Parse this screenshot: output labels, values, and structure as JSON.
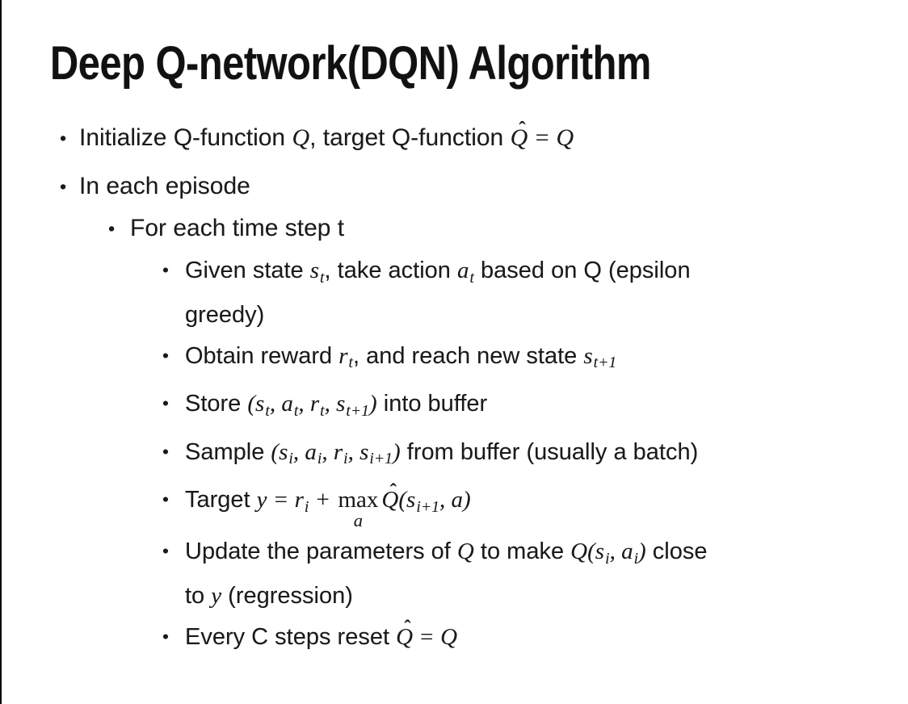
{
  "slide": {
    "title": "Deep Q-network(DQN) Algorithm",
    "bullet_char": "•",
    "hat_char": "ˆ",
    "colors": {
      "background": "#ffffff",
      "text": "#1a1a1a",
      "edge_line": "#000000"
    },
    "bullets": [
      {
        "level": 1,
        "segments": [
          {
            "t": "Initialize Q-function "
          },
          {
            "m": "Q"
          },
          {
            "t": ", target Q-function "
          },
          {
            "hat": "Q"
          },
          {
            "m": " = "
          },
          {
            "m": "Q"
          }
        ]
      },
      {
        "level": 1,
        "segments": [
          {
            "t": "In each episode"
          }
        ]
      },
      {
        "level": 2,
        "segments": [
          {
            "t": "For each time step t"
          }
        ]
      },
      {
        "level": 3,
        "segments": [
          {
            "t": "Given state "
          },
          {
            "m": "s",
            "sub": "t"
          },
          {
            "t": ", take action "
          },
          {
            "m": "a",
            "sub": "t"
          },
          {
            "t": " based on Q (epsilon"
          },
          {
            "br": true
          },
          {
            "t": "greedy)"
          }
        ]
      },
      {
        "level": 3,
        "segments": [
          {
            "t": "Obtain reward "
          },
          {
            "m": "r",
            "sub": "t"
          },
          {
            "t": ", and reach new state "
          },
          {
            "m": "s",
            "sub": "t+1"
          }
        ]
      },
      {
        "level": 3,
        "segments": [
          {
            "t": "Store "
          },
          {
            "m": "("
          },
          {
            "m": "s",
            "sub": "t"
          },
          {
            "m": ", "
          },
          {
            "m": "a",
            "sub": "t"
          },
          {
            "m": ", "
          },
          {
            "m": "r",
            "sub": "t"
          },
          {
            "m": ", "
          },
          {
            "m": "s",
            "sub": "t+1"
          },
          {
            "m": ")"
          },
          {
            "t": " into buffer"
          }
        ]
      },
      {
        "level": 3,
        "segments": [
          {
            "t": "Sample "
          },
          {
            "m": "("
          },
          {
            "m": "s",
            "sub": "i"
          },
          {
            "m": ", "
          },
          {
            "m": "a",
            "sub": "i"
          },
          {
            "m": ", "
          },
          {
            "m": "r",
            "sub": "i"
          },
          {
            "m": ", "
          },
          {
            "m": "s",
            "sub": "i+1"
          },
          {
            "m": ")"
          },
          {
            "t": " from buffer (usually a batch)"
          }
        ]
      },
      {
        "level": 3,
        "segments": [
          {
            "t": "Target "
          },
          {
            "m": "y"
          },
          {
            "m": " = "
          },
          {
            "m": "r",
            "sub": "i"
          },
          {
            "m": " + "
          },
          {
            "op": "max",
            "under": "a"
          },
          {
            "hat": "Q"
          },
          {
            "m": "("
          },
          {
            "m": "s",
            "sub": "i+1"
          },
          {
            "m": ", "
          },
          {
            "m": "a"
          },
          {
            "m": ")"
          }
        ]
      },
      {
        "level": 3,
        "segments": [
          {
            "t": "Update the parameters of "
          },
          {
            "m": "Q"
          },
          {
            "t": " to make "
          },
          {
            "m": "Q"
          },
          {
            "m": "("
          },
          {
            "m": "s",
            "sub": "i"
          },
          {
            "m": ", "
          },
          {
            "m": "a",
            "sub": "i"
          },
          {
            "m": ")"
          },
          {
            "t": " close"
          },
          {
            "br": true
          },
          {
            "t": "to "
          },
          {
            "m": "y"
          },
          {
            "t": " (regression)"
          }
        ]
      },
      {
        "level": 3,
        "segments": [
          {
            "t": "Every C steps reset "
          },
          {
            "hat": "Q"
          },
          {
            "m": " = "
          },
          {
            "m": "Q"
          }
        ]
      }
    ]
  }
}
